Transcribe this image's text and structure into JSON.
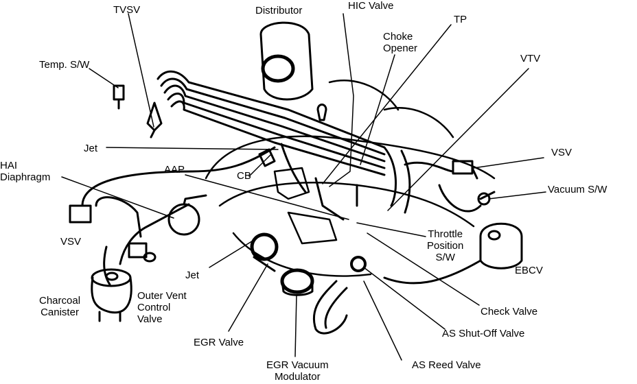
{
  "labels": {
    "tvsv": "TVSV",
    "distributor": "Distributor",
    "hic_valve": "HIC Valve",
    "tp": "TP",
    "choke_opener": "Choke\nOpener",
    "vtv": "VTV",
    "temp_sw": "Temp. S/W",
    "jet_upper": "Jet",
    "vsv_right": "VSV",
    "hai_diaphragm": "HAI\nDiaphragm",
    "aap": "AAP",
    "cb": "CB",
    "vacuum_sw": "Vacuum S/W",
    "throttle_position_sw": "Throttle\nPosition\nS/W",
    "vsv_left": "VSV",
    "jet_lower": "Jet",
    "ebcv": "EBCV",
    "charcoal_canister": "Charcoal\nCanister",
    "outer_vent_control_valve": "Outer Vent\nControl\nValve",
    "check_valve": "Check Valve",
    "as_shut_off_valve": "AS Shut-Off Valve",
    "egr_valve": "EGR Valve",
    "egr_vacuum_modulator": "EGR Vacuum\nModulator",
    "as_reed_valve": "AS Reed Valve"
  }
}
